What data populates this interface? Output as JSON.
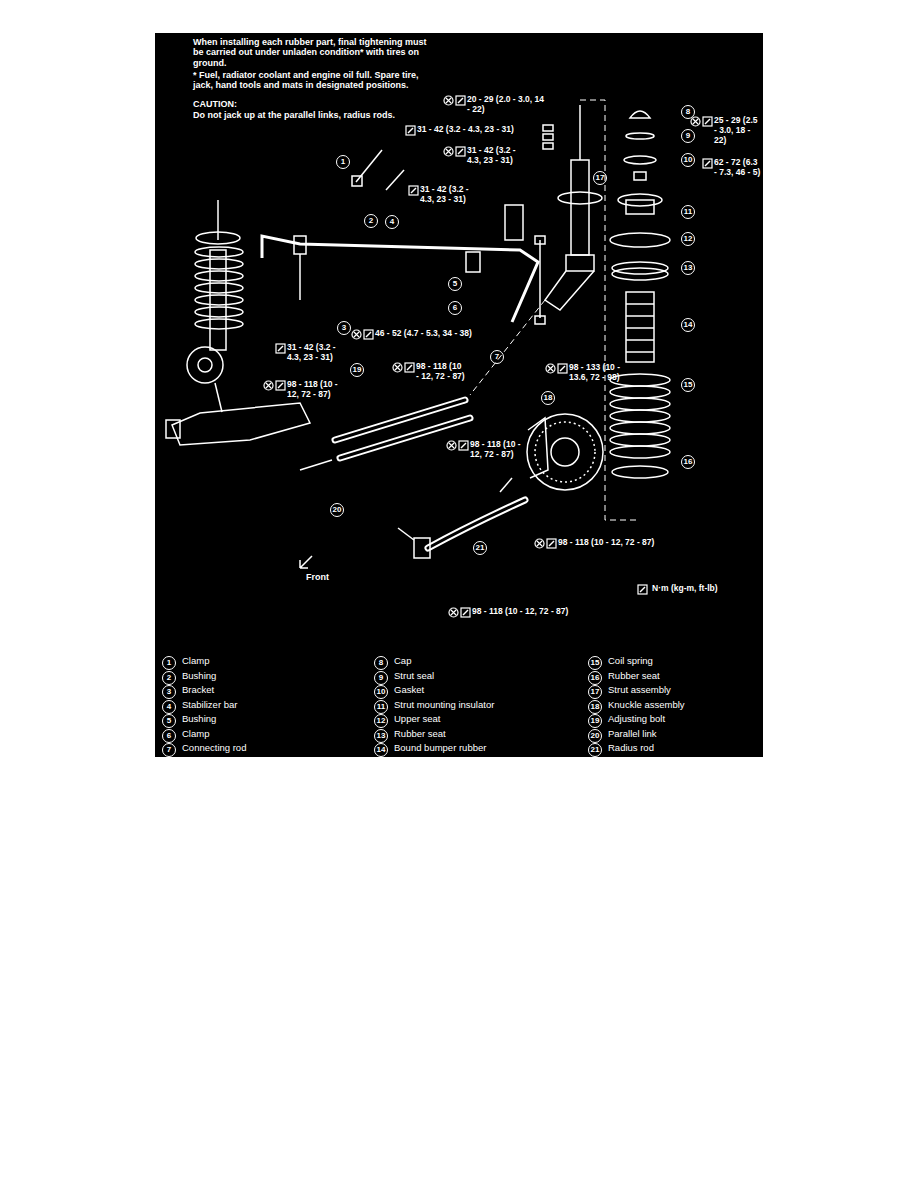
{
  "diagram": {
    "labels": [
      "When installing each rubber part, final tightening must be carried out under unladen condition* with tires on ground.",
      "* Fuel, radiator coolant and engine oil full. Spare tire, jack, hand tools and mats in designated positions.",
      "CAUTION:",
      "Do not jack up at the parallel links, radius rods.",
      "20 - 29 (2.0 - 3.0, 14 - 22)",
      "31 - 42 (3.2 - 4.3, 23 - 31)",
      "31 - 42 (3.2 - 4.3, 23 - 31)",
      "31 - 42 (3.2 - 4.3, 23 - 31)",
      "25 - 29 (2.5 - 3.0, 18 - 22)",
      "62 - 72 (6.3 - 7.3, 46 - 5)",
      "46 - 52 (4.7 - 5.3, 34 - 38)",
      "31 - 42 (3.2 - 4.3, 23 - 31)",
      "98 - 118 (10 - 12, 72 - 87)",
      "98 - 118 (10 - 12, 72 - 87)",
      "98 - 133 (10 - 13.6, 72 - 98)",
      "98 - 118 (10 - 12, 72 - 87)",
      "98 - 118 (10 - 12, 72 - 87)",
      "98 - 118 (10 - 12, 72 - 87)",
      "Front",
      "1",
      "2",
      "3",
      "4",
      "5",
      "6",
      "7",
      "8",
      "9",
      "10",
      "11",
      "12",
      "13",
      "14",
      "15",
      "16",
      "17",
      "18",
      "19",
      "20",
      "21",
      "1",
      "Clamp",
      "2",
      "Bushing",
      "3",
      "Bracket",
      "4",
      "Stabilizer bar",
      "5",
      "Bushing",
      "6",
      "Clamp",
      "7",
      "Connecting rod",
      "8",
      "Cap",
      "9",
      "Strut seal",
      "10",
      "Gasket",
      "11",
      "Strut mounting insulator",
      "12",
      "Upper seat",
      "13",
      "Rubber seat",
      "14",
      "Bound bumper rubber",
      "15",
      "Coil spring",
      "16",
      "Rubber seat",
      "17",
      "Strut assembly",
      "18",
      "Knuckle assembly",
      "19",
      "Adjusting bolt",
      "20",
      "Parallel link",
      "21",
      "Radius rod"
    ],
    "legend": [
      {
        "text": "N·m (kg-m, ft-lb)"
      }
    ]
  }
}
